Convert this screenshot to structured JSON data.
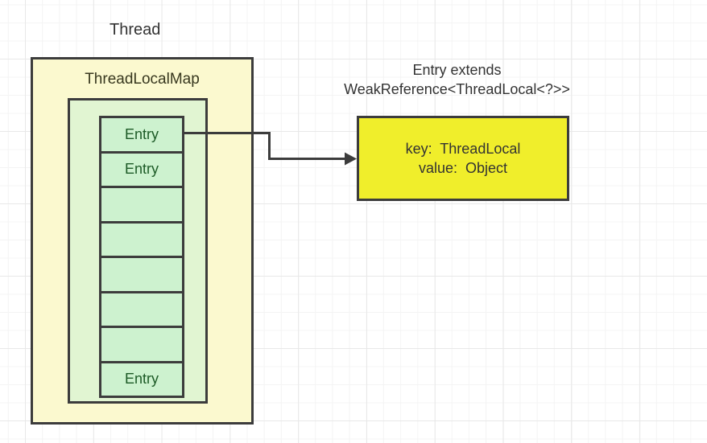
{
  "diagram": {
    "thread_label": "Thread",
    "map": {
      "title": "ThreadLocalMap",
      "cells": [
        "Entry",
        "Entry",
        "",
        "",
        "",
        "",
        "",
        "Entry"
      ]
    },
    "entry_note": {
      "line1": "Entry extends",
      "line2": "WeakReference<ThreadLocal<?>>"
    },
    "entry_detail": {
      "line1": "key:  ThreadLocal",
      "line2": "value:  Object"
    },
    "colors": {
      "outer_box_fill": "#fbf9cf",
      "inner_box_fill": "#e1f5d2",
      "cell_fill": "#cdf2cf",
      "detail_box_fill": "#f0ee2b",
      "border": "#3c3c3c",
      "entry_text": "#1c5a26",
      "text": "#333333"
    }
  }
}
